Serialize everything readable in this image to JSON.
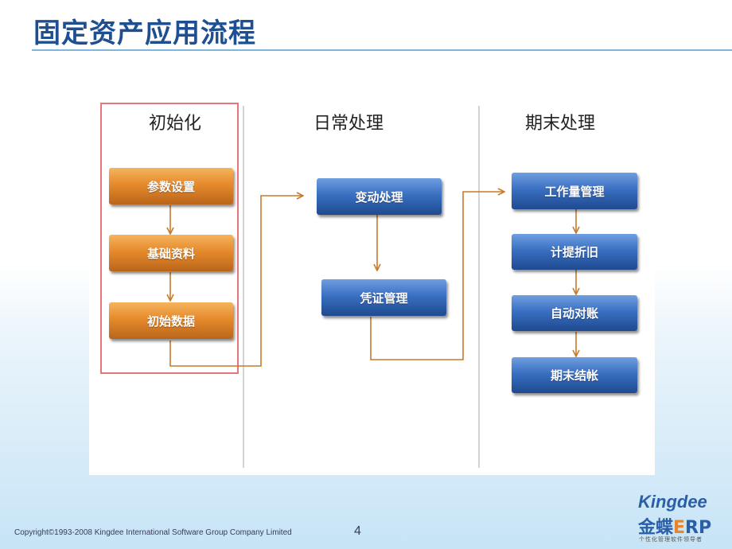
{
  "title": "固定资产应用流程",
  "columns": [
    {
      "heading": "初始化"
    },
    {
      "heading": "日常处理"
    },
    {
      "heading": "期末处理"
    }
  ],
  "init_steps": [
    "参数设置",
    "基础资料",
    "初始数据"
  ],
  "daily_steps": [
    "变动处理",
    "凭证管理"
  ],
  "period_end_steps": [
    "工作量管理",
    "计提折旧",
    "自动对账",
    "期末结帐"
  ],
  "colors": {
    "title": "#1d4f91",
    "orange_box": "#e68a2c",
    "blue_box": "#3a6fc2",
    "arrow": "#c87a2a",
    "highlight_frame": "#e8747c"
  },
  "footer": {
    "copyright": "Copyright©1993-2008 Kingdee International Software Group Company Limited",
    "page_number": "4",
    "logo_brand": "Kingdee",
    "logo_cn": "金蝶",
    "logo_erp_e": "E",
    "logo_erp_rest": "RP",
    "logo_tagline": "个性化管理软件领导者"
  }
}
